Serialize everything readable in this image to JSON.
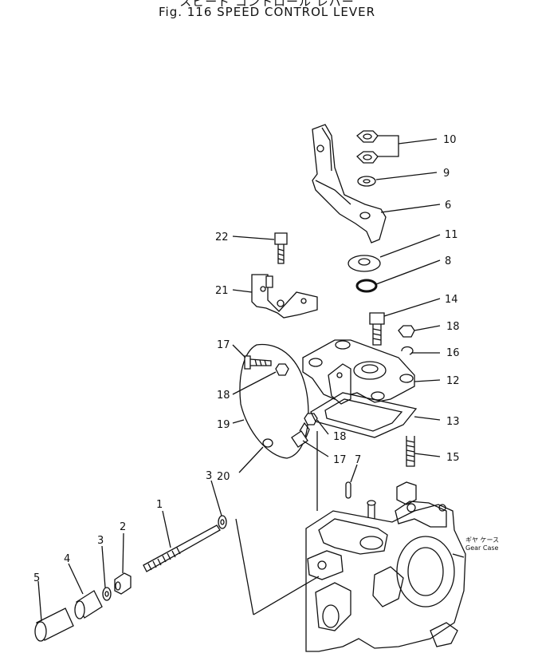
{
  "figure": {
    "title_jp": "スピード コントロール レバー",
    "title": "Fig. 116 SPEED CONTROL LEVER"
  },
  "callouts": [
    {
      "id": "10",
      "label": "10"
    },
    {
      "id": "9",
      "label": "9"
    },
    {
      "id": "6",
      "label": "6"
    },
    {
      "id": "11",
      "label": "11"
    },
    {
      "id": "8",
      "label": "8"
    },
    {
      "id": "22",
      "label": "22"
    },
    {
      "id": "21",
      "label": "21"
    },
    {
      "id": "14",
      "label": "14"
    },
    {
      "id": "18a",
      "label": "18"
    },
    {
      "id": "16",
      "label": "16"
    },
    {
      "id": "17a",
      "label": "17"
    },
    {
      "id": "12",
      "label": "12"
    },
    {
      "id": "18b",
      "label": "18"
    },
    {
      "id": "19",
      "label": "19"
    },
    {
      "id": "13",
      "label": "13"
    },
    {
      "id": "18c",
      "label": "18"
    },
    {
      "id": "17b",
      "label": "17"
    },
    {
      "id": "7",
      "label": "7"
    },
    {
      "id": "15",
      "label": "15"
    },
    {
      "id": "20",
      "label": "20"
    },
    {
      "id": "3a",
      "label": "3"
    },
    {
      "id": "1",
      "label": "1"
    },
    {
      "id": "2",
      "label": "2"
    },
    {
      "id": "3b",
      "label": "3"
    },
    {
      "id": "4",
      "label": "4"
    },
    {
      "id": "5",
      "label": "5"
    }
  ],
  "gear_case": {
    "label_jp": "ギヤ ケース",
    "label": "Gear Case"
  }
}
